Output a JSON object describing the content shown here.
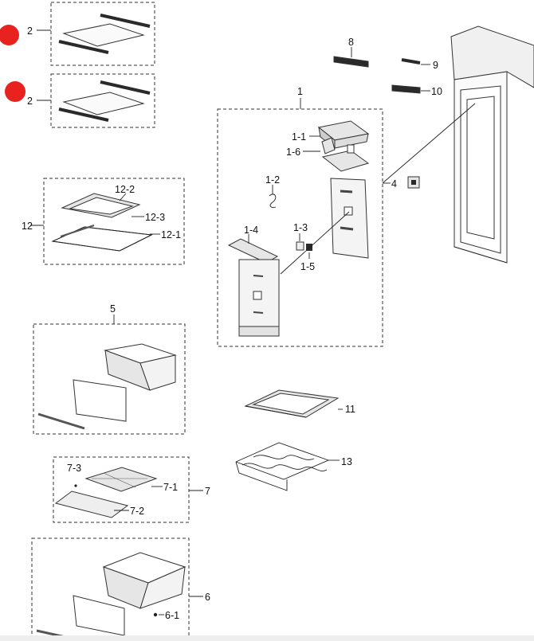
{
  "colors": {
    "marker": "#e8231f",
    "line": "#222222",
    "part_fill": "#e6e6e6",
    "part_dark": "#2a2a2a"
  },
  "labels": {
    "shelf_top": "2",
    "shelf_second": "2",
    "assembly_12": "12",
    "part_12_1": "12-1",
    "part_12_2": "12-2",
    "part_12_3": "12-3",
    "assembly_5": "5",
    "assembly_7": "7",
    "part_7_1": "7-1",
    "part_7_2": "7-2",
    "part_7_3": "7-3",
    "assembly_6": "6",
    "part_6_1": "6-1",
    "assembly_1": "1",
    "part_1_1": "1-1",
    "part_1_2": "1-2",
    "part_1_3": "1-3",
    "part_1_4": "1-4",
    "part_1_5": "1-5",
    "part_1_6": "1-6",
    "part_4": "4",
    "part_8": "8",
    "part_9": "9",
    "part_10": "10",
    "part_11": "11",
    "part_13": "13"
  },
  "icons": [
    "red-dot-marker",
    "red-dot-marker"
  ]
}
